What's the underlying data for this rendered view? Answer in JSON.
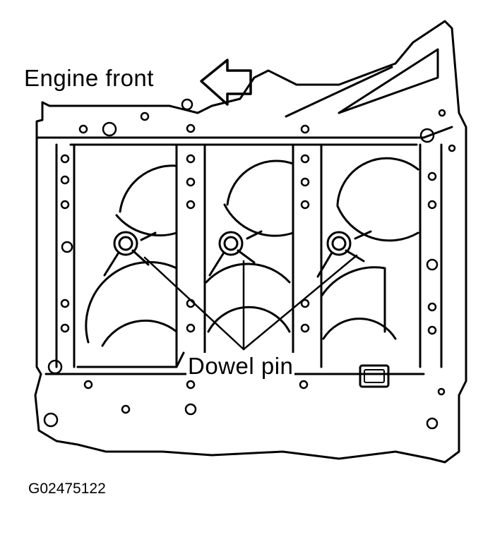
{
  "labels": {
    "engine_front": "Engine front",
    "dowel_pin": "Dowel pin",
    "figure_code": "G02475122"
  },
  "colors": {
    "line": "#000000",
    "background": "#ffffff"
  },
  "icons": {
    "direction_arrow": "arrow-left-icon"
  }
}
